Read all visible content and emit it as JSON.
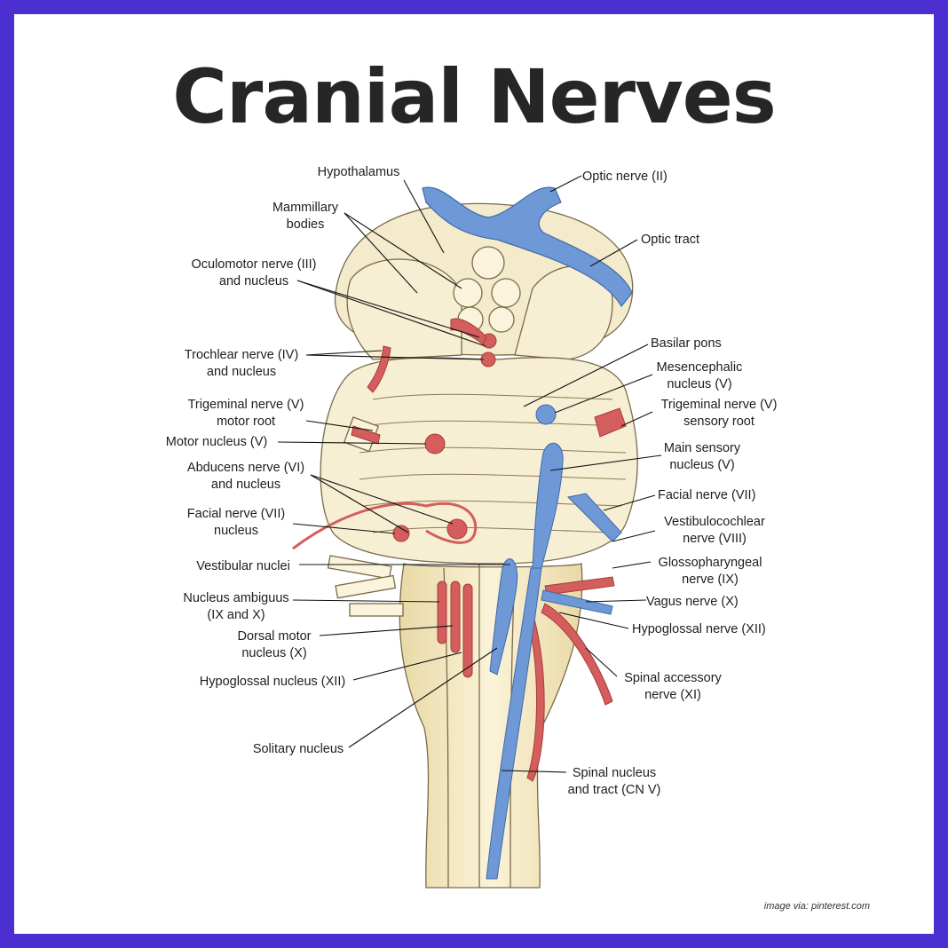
{
  "title": "Cranial Nerves",
  "credit": "image via: pinterest.com",
  "colors": {
    "frame": "#4b2fd0",
    "nerve_blue": "#6f98d6",
    "nucleus_red": "#d45d5d",
    "tissue": "#f6ecc6"
  },
  "labels": {
    "hypothalamus": [
      "Hypothalamus"
    ],
    "optic_nerve": [
      "Optic nerve (II)"
    ],
    "mammillary": [
      "Mammillary",
      "bodies"
    ],
    "optic_tract": [
      "Optic tract"
    ],
    "oculomotor": [
      "Oculomotor nerve (III)",
      "and nucleus"
    ],
    "basilar_pons": [
      "Basilar pons"
    ],
    "trochlear": [
      "Trochlear nerve (IV)",
      "and nucleus"
    ],
    "mesencephalic": [
      "Mesencephalic",
      "nucleus (V)"
    ],
    "trigeminal_motor": [
      "Trigeminal nerve (V)",
      "motor root"
    ],
    "trigeminal_sensory": [
      "Trigeminal nerve (V)",
      "sensory root"
    ],
    "motor_nucleus": [
      "Motor nucleus (V)"
    ],
    "main_sensory": [
      "Main sensory",
      "nucleus (V)"
    ],
    "abducens": [
      "Abducens nerve (VI)",
      "and nucleus"
    ],
    "facial_nerve": [
      "Facial nerve (VII)"
    ],
    "facial_nucleus": [
      "Facial nerve (VII)",
      "nucleus"
    ],
    "vestibulocochlear": [
      "Vestibulocochlear",
      "nerve (VIII)"
    ],
    "vestibular_nuclei": [
      "Vestibular nuclei"
    ],
    "glossopharyngeal": [
      "Glossopharyngeal",
      "nerve (IX)"
    ],
    "nucleus_ambiguus": [
      "Nucleus ambiguus",
      "(IX and X)"
    ],
    "vagus": [
      "Vagus nerve (X)"
    ],
    "dorsal_motor": [
      "Dorsal motor",
      "nucleus (X)"
    ],
    "hypoglossal_nerve": [
      "Hypoglossal nerve (XII)"
    ],
    "hypoglossal_nucleus": [
      "Hypoglossal nucleus (XII)"
    ],
    "spinal_accessory": [
      "Spinal accessory",
      "nerve (XI)"
    ],
    "solitary": [
      "Solitary nucleus"
    ],
    "spinal_nucleus": [
      "Spinal nucleus",
      "and tract (CN V)"
    ]
  }
}
